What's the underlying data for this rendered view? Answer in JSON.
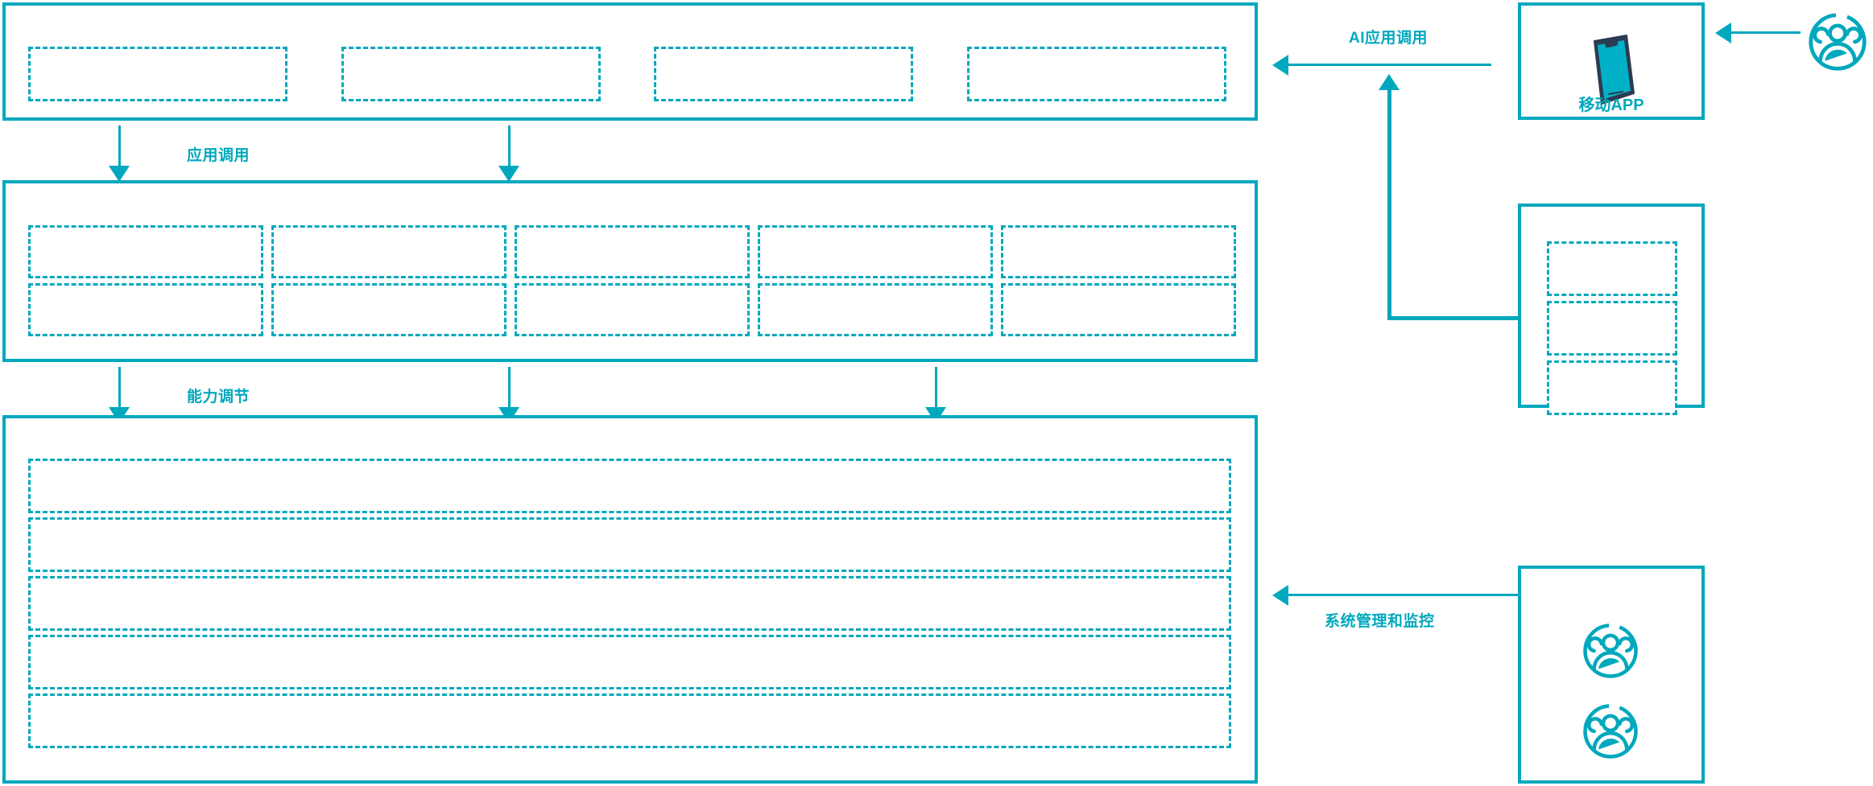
{
  "theme": {
    "accent": "#00a8bd",
    "phone_frame": "#2b3b52",
    "phone_screen": "#00b0c7",
    "background": "#ffffff"
  },
  "diagram": {
    "title": "",
    "layers": [
      {
        "id": "application-layer",
        "name": "application-layer",
        "boxes": [
          {
            "label": ""
          },
          {
            "label": ""
          },
          {
            "label": ""
          },
          {
            "label": ""
          }
        ]
      },
      {
        "id": "capability-layer",
        "name": "capability-layer",
        "boxes": [
          {
            "label": ""
          },
          {
            "label": ""
          },
          {
            "label": ""
          },
          {
            "label": ""
          },
          {
            "label": ""
          },
          {
            "label": ""
          },
          {
            "label": ""
          },
          {
            "label": ""
          },
          {
            "label": ""
          },
          {
            "label": ""
          }
        ]
      },
      {
        "id": "infrastructure-layer",
        "name": "infrastructure-layer",
        "boxes": [
          {
            "label": ""
          },
          {
            "label": ""
          },
          {
            "label": ""
          },
          {
            "label": ""
          },
          {
            "label": ""
          }
        ]
      }
    ],
    "flows": [
      {
        "id": "app-invoke",
        "label": "应用调用"
      },
      {
        "id": "capability-tune",
        "label": "能力调节"
      },
      {
        "id": "ai-app-invoke",
        "label": "AI应用调用"
      },
      {
        "id": "sys-admin",
        "label": "系统管理和监控"
      }
    ],
    "side_panels": [
      {
        "id": "mobile-app-panel",
        "label": "移动APP",
        "icon": "smartphone-icon"
      },
      {
        "id": "service-list-panel",
        "label": "",
        "items": [
          {
            "label": ""
          },
          {
            "label": ""
          },
          {
            "label": ""
          }
        ]
      },
      {
        "id": "operators-panel",
        "label": "",
        "icons": [
          "user-group-icon",
          "user-group-icon"
        ]
      }
    ],
    "actors": [
      {
        "id": "end-user-actor",
        "icon": "user-group-icon",
        "label": ""
      }
    ]
  }
}
